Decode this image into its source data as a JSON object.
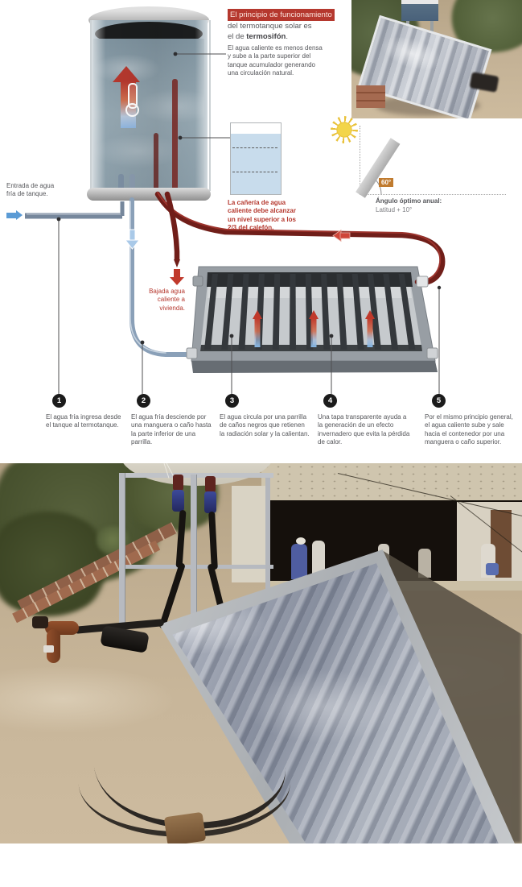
{
  "palette": {
    "accent-red": "#b5382e",
    "pipe-red": "#701e19",
    "pipe-red-light": "#9c332c",
    "pipe-blue": "#8aa0b8",
    "arrow-blue": "#5b9bd5",
    "badge-orange": "#c07b2f",
    "sun-yellow": "#eac838",
    "text-dark": "#55565a",
    "text-light": "#7e7f83",
    "step-circle": "#1b1b1b"
  },
  "diagram": {
    "inlet_label": "Entrada de agua fría de tanque.",
    "header": {
      "highlight": "El principio de funcionamiento",
      "line2": "del termotanque solar es",
      "line3_pre": "el de ",
      "line3_bold": "termosifón",
      "line3_post": "."
    },
    "convection_note": "El agua caliente es menos densa y sube a la parte superior del tanque acumulador generando una circulación natural.",
    "level_note": "La cañería de agua caliente debe alcanzar un nivel superior a los 2/3 del calefón.",
    "down_label": "Bajada agua caliente a vivienda.",
    "angle": {
      "badge": "60°",
      "title": "Ángulo óptimo anual:",
      "subtitle": "Latitud + 10°"
    },
    "steps": [
      {
        "num": "1",
        "text": "El agua fría ingresa desde el tanque al termotanque."
      },
      {
        "num": "2",
        "text": "El agua fría desciende por una manguera o caño hasta la parte inferior de una parrilla."
      },
      {
        "num": "3",
        "text": "El agua circula por una parrilla de caños negros que retienen la radiación solar y la calientan."
      },
      {
        "num": "4",
        "text": "Una tapa transparente ayuda a la generación de un efecto invernadero que evita la pérdida de calor."
      },
      {
        "num": "5",
        "text": "Por el mismo principio general, el agua caliente sube y sale hacia el contenedor por una manguera o caño superior."
      }
    ]
  },
  "icons": {
    "sun": "sun-icon",
    "heat_rise": "heat-rise-arrow-icon",
    "cold_inlet": "cold-inlet-arrow-icon",
    "hot_down": "hot-down-arrow-icon",
    "thermometer": "thermometer-icon"
  }
}
